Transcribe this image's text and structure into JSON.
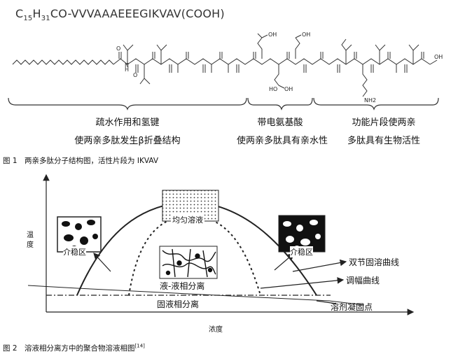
{
  "figure1": {
    "formula_prefix": "C",
    "formula_sub1": "15",
    "formula_mid": "H",
    "formula_sub2": "31",
    "formula_rest": "CO-VVVAAAEEEGIKVAV(COOH)",
    "segments": [
      {
        "line1": "疏水作用和氢键",
        "line2": "使两亲多肽发生β折叠结构"
      },
      {
        "line1": "带电氨基酸",
        "line2": "使两亲多肽具有亲水性"
      },
      {
        "line1": "功能片段使两亲",
        "line2": "多肽具有生物活性"
      }
    ],
    "atom_labels": {
      "oh1": "OH",
      "oh2": "OH",
      "oh3": "OH",
      "nh2": "NH2",
      "ho": "HO",
      "nh": "N",
      "h": "H",
      "o": "O"
    },
    "caption": "图 1　两亲多肽分子结构图，活性片段为 IKVAV"
  },
  "figure2": {
    "y_axis_label": "温度",
    "x_axis_label": "浓度",
    "regions": {
      "homogeneous": "均匀溶液",
      "metastable_left": "介稳区",
      "metastable_right": "介稳区",
      "liquid_liquid": "液-液相分离",
      "solid_liquid": "固液相分离"
    },
    "annotations": {
      "binodal": "双节固溶曲线",
      "spinodal": "调幅曲线",
      "solvent_freezing": "溶剂凝固点"
    },
    "caption": "图 2　溶液相分离方中的聚合物溶液相图",
    "caption_ref": "[14]"
  }
}
